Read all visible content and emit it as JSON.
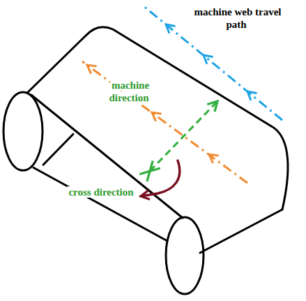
{
  "diagram": {
    "labels": [
      "machine web travel path",
      "machine direction",
      "cross direction"
    ]
  }
}
